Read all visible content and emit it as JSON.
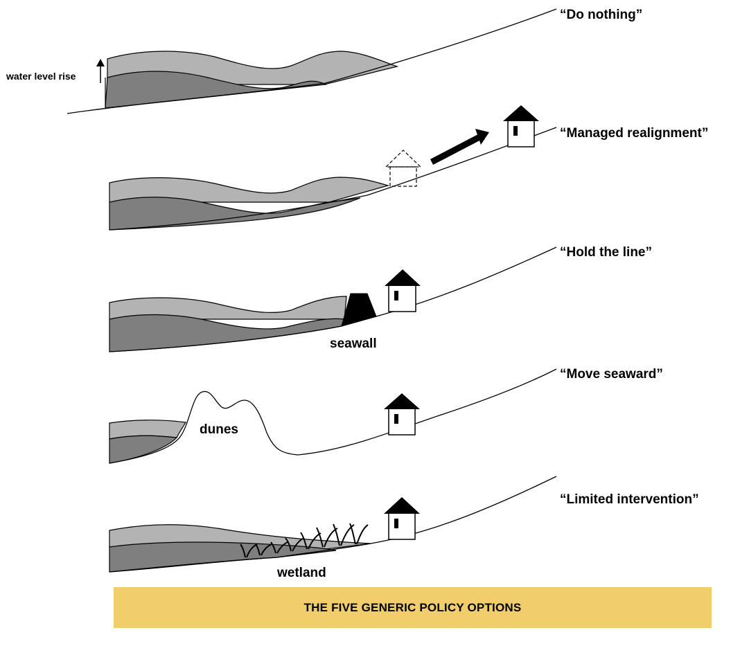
{
  "options": [
    {
      "label": "“Do nothing”"
    },
    {
      "label": "“Managed realignment”"
    },
    {
      "label": "“Hold the line”"
    },
    {
      "label": "“Move seaward”"
    },
    {
      "label": "“Limited intervention”"
    }
  ],
  "annotations": {
    "water_level": "water level rise",
    "seawall": "seawall",
    "dunes": "dunes",
    "wetland": "wetland"
  },
  "footer": {
    "title": "THE FIVE GENERIC POLICY OPTIONS"
  },
  "colors": {
    "water_light": "#b3b3b3",
    "water_dark": "#7f7f7f",
    "banner": "#f1cd6b"
  }
}
